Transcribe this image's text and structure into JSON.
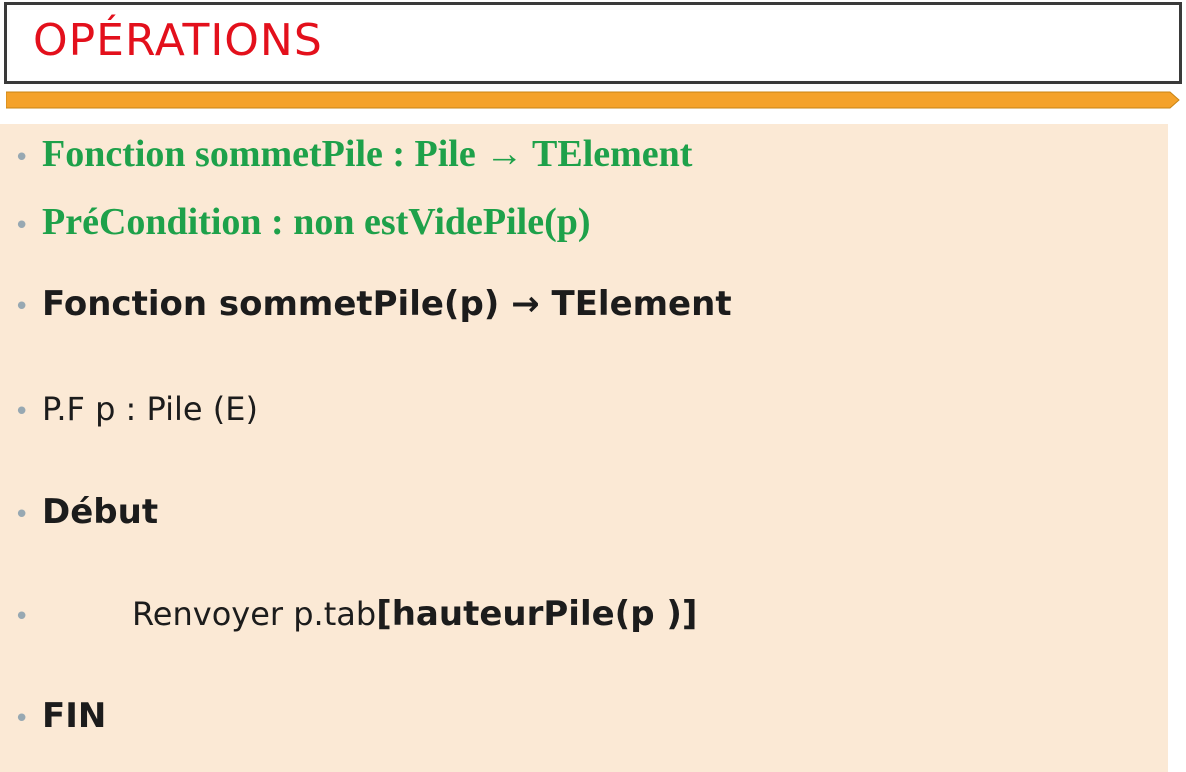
{
  "slide": {
    "title": "OPÉRATIONS",
    "colors": {
      "title": "#e3101c",
      "accent_bar": "#f4a22b",
      "content_background": "#fbe9d5",
      "green_text": "#1ea14a",
      "bullet": "#97a8b2"
    },
    "items": [
      {
        "text": "Fonction  sommetPile : Pile → TElement"
      },
      {
        "text": "PréCondition : non estVidePile(p)"
      },
      {
        "text": "Fonction sommetPile(p) → TElement"
      },
      {
        "text": "P.F p : Pile (E)"
      },
      {
        "text": "Début"
      },
      {
        "prefix": "Renvoyer p.tab",
        "bold": "[hauteurPile(p )]"
      },
      {
        "text": "FIN"
      }
    ],
    "bullet_glyph": "•"
  }
}
